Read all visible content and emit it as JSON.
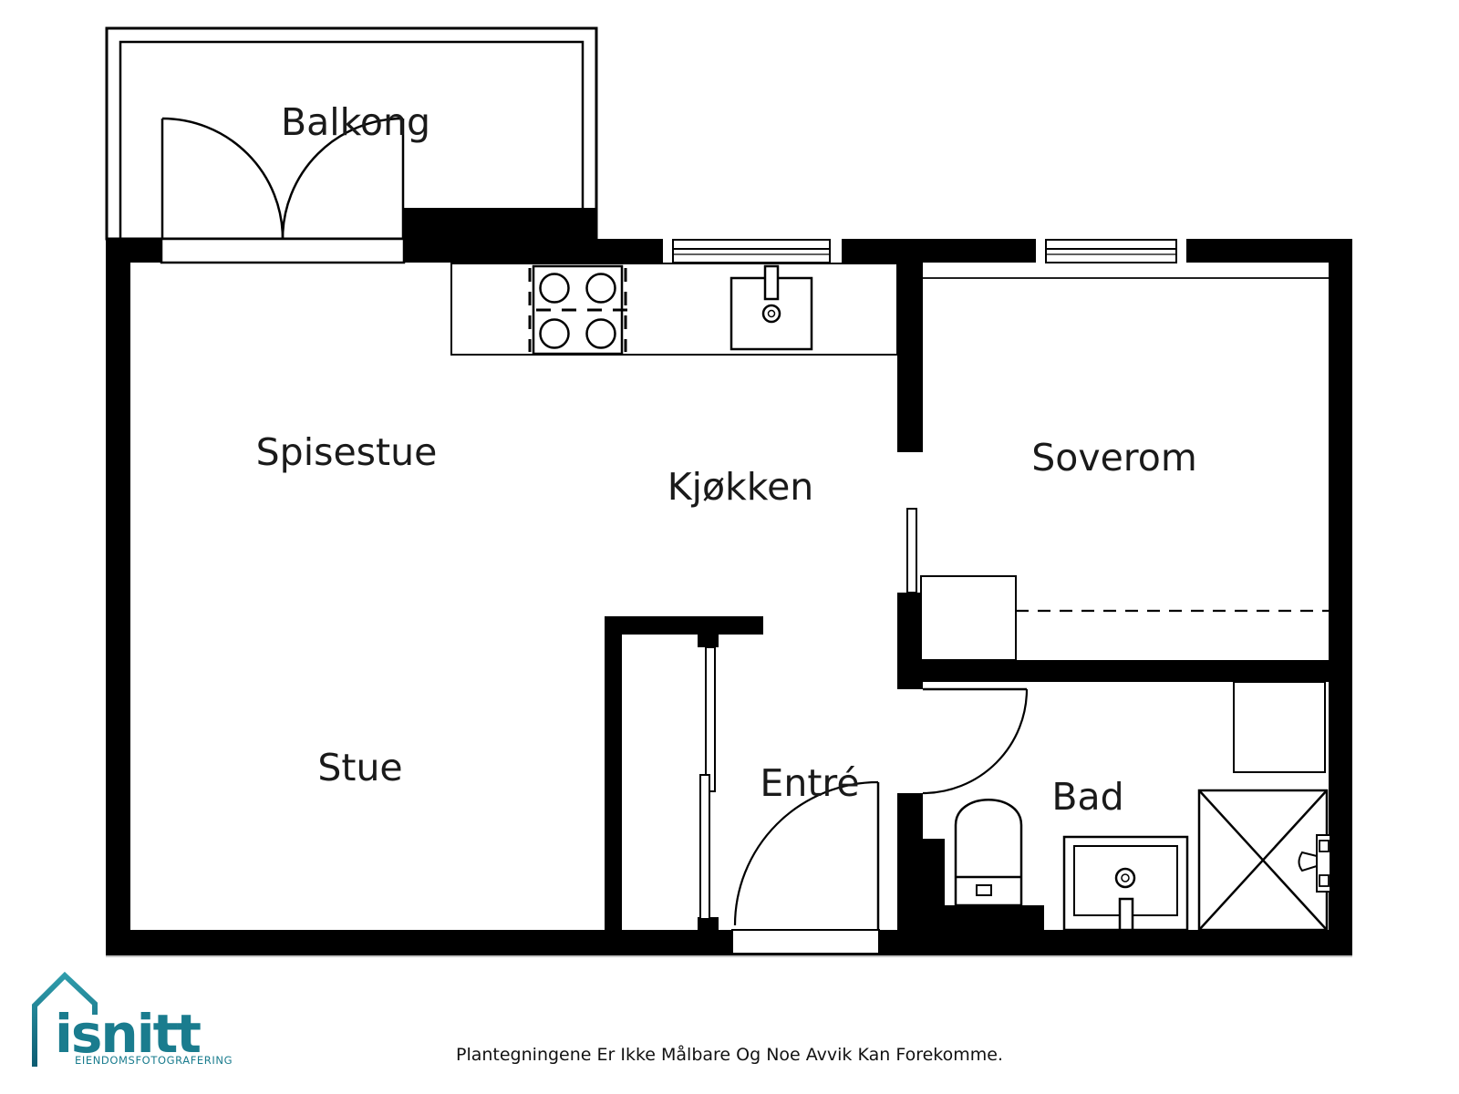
{
  "plan": {
    "type": "apartment-floor-plan",
    "rooms": [
      {
        "id": "balkong",
        "label": "Balkong"
      },
      {
        "id": "spisestue",
        "label": "Spisestue"
      },
      {
        "id": "kjokken",
        "label": "Kjøkken"
      },
      {
        "id": "soverom",
        "label": "Soverom"
      },
      {
        "id": "stue",
        "label": "Stue"
      },
      {
        "id": "entre",
        "label": "Entré"
      },
      {
        "id": "bad",
        "label": "Bad"
      }
    ],
    "fixtures": [
      "balcony-double-door",
      "stove-4-burners",
      "kitchen-sink",
      "window",
      "window",
      "sliding-door-soverom",
      "bed-dashed-line",
      "nightstand",
      "bathroom-door",
      "toilet",
      "bathroom-sink",
      "shower-cabin",
      "closet",
      "sliding-door-stue",
      "entry-door"
    ]
  },
  "branding": {
    "logo_text": "isnitt",
    "logo_tagline": "EIENDOMSFOTOGRAFERING",
    "brand_color": "#1a7c8e"
  },
  "footer": {
    "disclaimer": "Plantegningene Er Ikke Målbare Og Noe Avvik Kan Forekomme."
  },
  "colors": {
    "walls": "#000000",
    "background": "#ffffff",
    "lines": "#000000",
    "brand_teal": "#1a7c8e"
  }
}
